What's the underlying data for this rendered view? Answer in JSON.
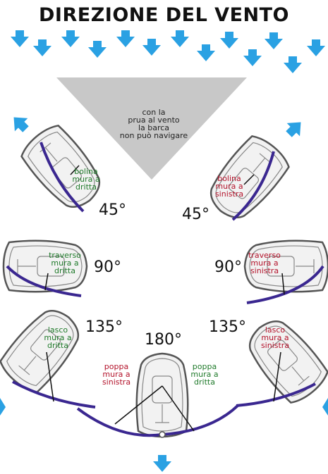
{
  "title": "DIREZIONE DEL VENTO",
  "no_go_zone": "con la\nprua al vento\nla barca\nnon può navigare",
  "colors": {
    "arrow": "#2aa1e3",
    "sail": "#3a2790",
    "hull_outline": "#555555",
    "no_go_fill": "#c8c8c8",
    "green_text": "#1f7a2a",
    "red_text": "#b3122a"
  },
  "points_of_sail": {
    "bolina_dritta": "bolina\nmura a\ndritta",
    "bolina_sinistra": "bolina\nmura a\nsinistra",
    "traverso_dritta": "traverso\nmura a\ndritta",
    "traverso_sinistra": "traverso\nmura a\nsinistra",
    "lasco_dritta": "lasco\nmura a\ndritta",
    "lasco_sinistra": "lasco\nmura a\nsinistra",
    "poppa_sinistra": "poppa\nmura a\nsinistra",
    "poppa_dritta": "poppa\nmura a\ndritta"
  },
  "angles": {
    "a45_left": "45°",
    "a45_right": "45°",
    "a90_left": "90°",
    "a90_right": "90°",
    "a135_left": "135°",
    "a135_right": "135°",
    "a180": "180°"
  }
}
